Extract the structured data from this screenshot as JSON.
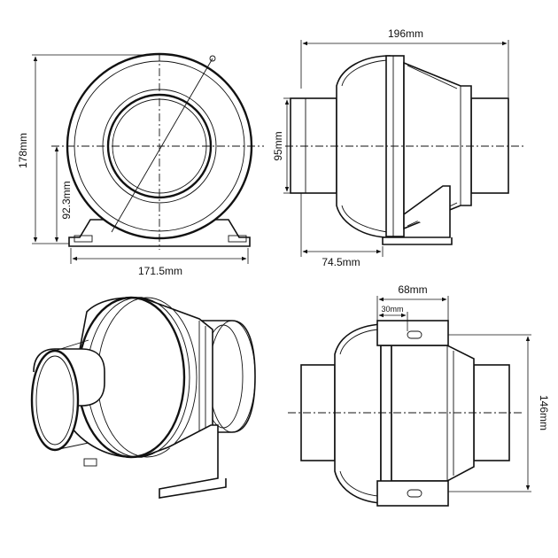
{
  "dimensions": {
    "width_total": "196mm",
    "height_total": "178mm",
    "center_height": "92.3mm",
    "base_width": "171.5mm",
    "duct_diameter": "95mm",
    "outlet_offset": "74.5mm",
    "mount_width": "68mm",
    "slot_width": "30mm",
    "mount_height": "146mm"
  },
  "colors": {
    "line": "#111111",
    "background": "#ffffff"
  }
}
